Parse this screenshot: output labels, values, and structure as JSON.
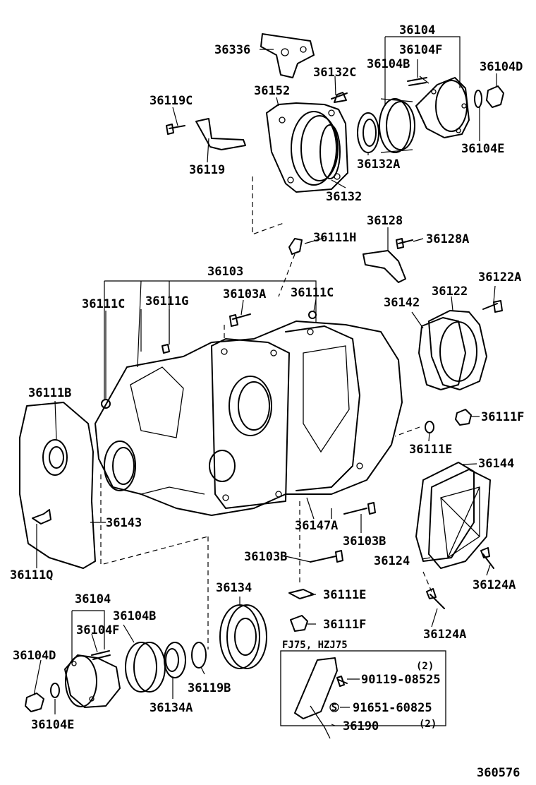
{
  "diagram": {
    "part_labels": [
      "36104",
      "36336",
      "36104F",
      "36104B",
      "36132C",
      "36104D",
      "36152",
      "36119C",
      "36104E",
      "36119",
      "36132A",
      "36132",
      "36128",
      "36111H",
      "36128A",
      "36103",
      "36122A",
      "36111C",
      "36103A",
      "36111C",
      "36111G",
      "36122",
      "36142",
      "36111B",
      "36111F",
      "36111E",
      "36144",
      "36143",
      "36147A",
      "36103B",
      "36103B",
      "36124",
      "36111Q",
      "36124A",
      "36134",
      "36104",
      "36111E",
      "36104B",
      "36104F",
      "36111F",
      "36124A",
      "36104D",
      "36119B",
      "36134A",
      "36104E",
      "36190"
    ],
    "inset": {
      "title": "FJ75, HZJ75",
      "part_a": "90119-08525",
      "part_a_qty": "(2)",
      "part_b": "91651-60825",
      "part_b_qty": "(2)",
      "part_c": "36190"
    },
    "figure_number": "360576"
  }
}
